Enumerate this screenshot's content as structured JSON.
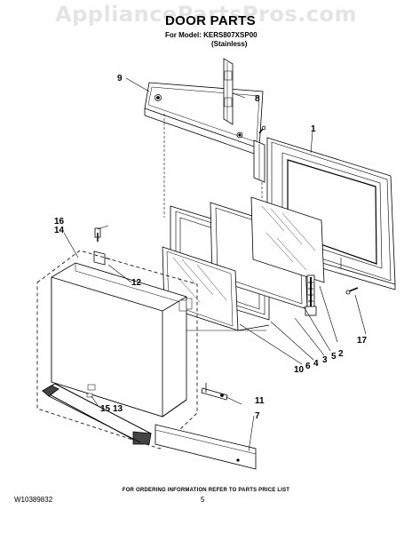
{
  "watermark": "AppliancePartsPros.com",
  "title": "DOOR PARTS",
  "model_line": "For Model: KERS807XSP00",
  "variant": "(Stainless)",
  "callouts": {
    "c1": "1",
    "c2": "2",
    "c3": "3",
    "c4": "4",
    "c5": "5",
    "c6": "6",
    "c7": "7",
    "c8": "8",
    "c9": "9",
    "c10": "10",
    "c11": "11",
    "c12": "12",
    "c13": "13",
    "c14": "14",
    "c15": "15",
    "c16": "16",
    "c17": "17"
  },
  "footer_note": "FOR ORDERING INFORMATION REFER TO PARTS PRICE LIST",
  "doc_id": "W10389832",
  "page_number": "5"
}
